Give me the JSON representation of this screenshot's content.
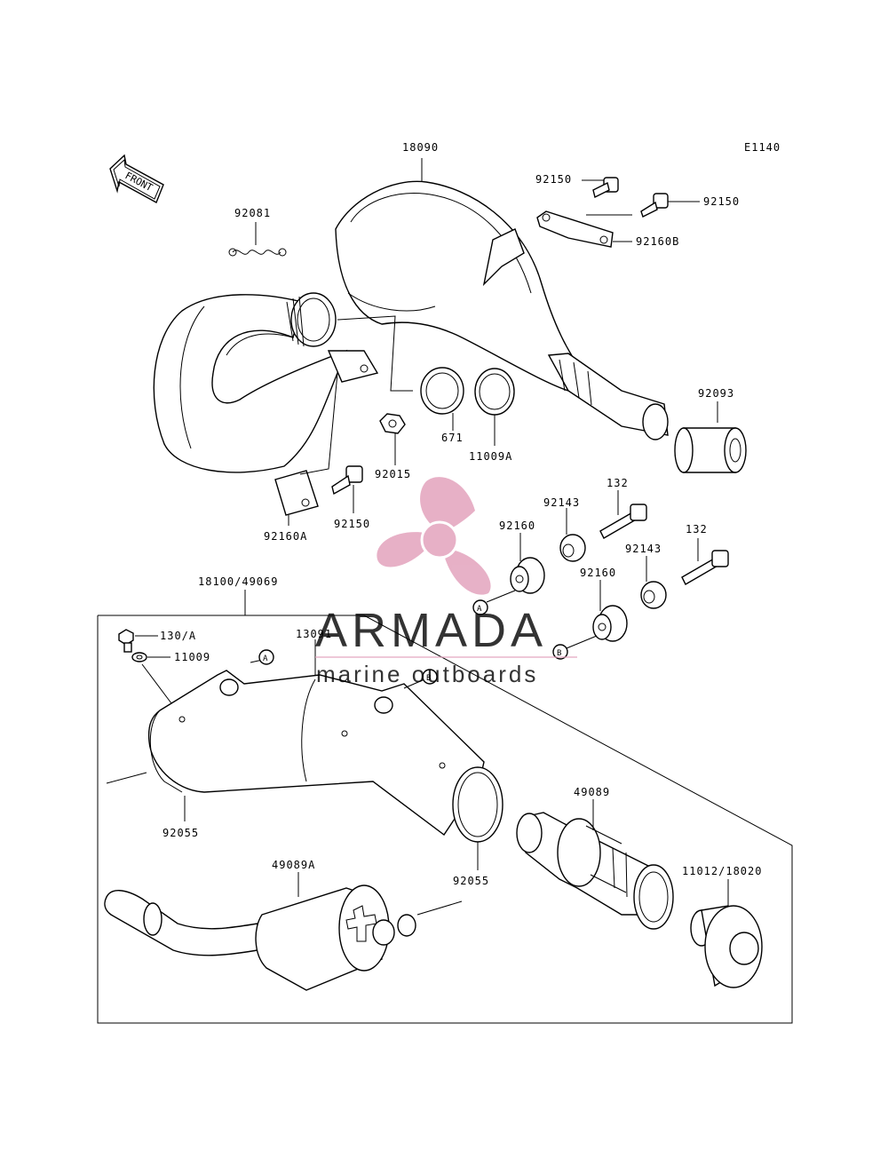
{
  "diagram": {
    "ref_code": "E1140",
    "front_label": "FRONT",
    "parts": {
      "p18090": "18090",
      "p92150a": "92150",
      "p92150b": "92150",
      "p92160b": "92160B",
      "p92081": "92081",
      "p92093": "92093",
      "p671": "671",
      "p11009a": "11009A",
      "p92015": "92015",
      "p92150c": "92150",
      "p92160a": "92160A",
      "p92143a": "92143",
      "p132a": "132",
      "p92160c": "92160",
      "p92143b": "92143",
      "p132b": "132",
      "p92160d": "92160",
      "p18100": "18100/49069",
      "p130a": "130/A",
      "p11009": "11009",
      "p13091": "13091",
      "p92055a": "92055",
      "p92055b": "92055",
      "p49089": "49089",
      "p49089a": "49089A",
      "p11012": "11012/18020"
    },
    "markers": {
      "a1": "A",
      "a2": "A",
      "b1": "B",
      "b2": "B"
    }
  },
  "watermark": {
    "brand": "ARMADA",
    "tagline": "marine outboards",
    "color": "#e3a3bd"
  }
}
